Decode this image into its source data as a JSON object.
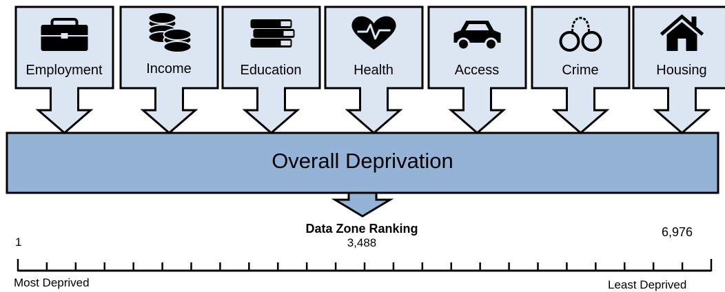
{
  "domains": [
    {
      "label": "Employment",
      "icon": "briefcase-icon"
    },
    {
      "label": "Income",
      "icon": "coins-icon"
    },
    {
      "label": "Education",
      "icon": "books-icon"
    },
    {
      "label": "Health",
      "icon": "heart-pulse-icon"
    },
    {
      "label": "Access",
      "icon": "car-icon"
    },
    {
      "label": "Crime",
      "icon": "handcuffs-icon"
    },
    {
      "label": "Housing",
      "icon": "house-icon"
    }
  ],
  "overall": {
    "title": "Overall Deprivation"
  },
  "ranking": {
    "title": "Data Zone Ranking",
    "min": "1",
    "mid": "3,488",
    "max": "6,976",
    "most_label": "Most Deprived",
    "least_label": "Least Deprived"
  },
  "colors": {
    "box_fill": "#dce6f2",
    "bar_fill": "#95b3d7",
    "stroke": "#000000"
  }
}
